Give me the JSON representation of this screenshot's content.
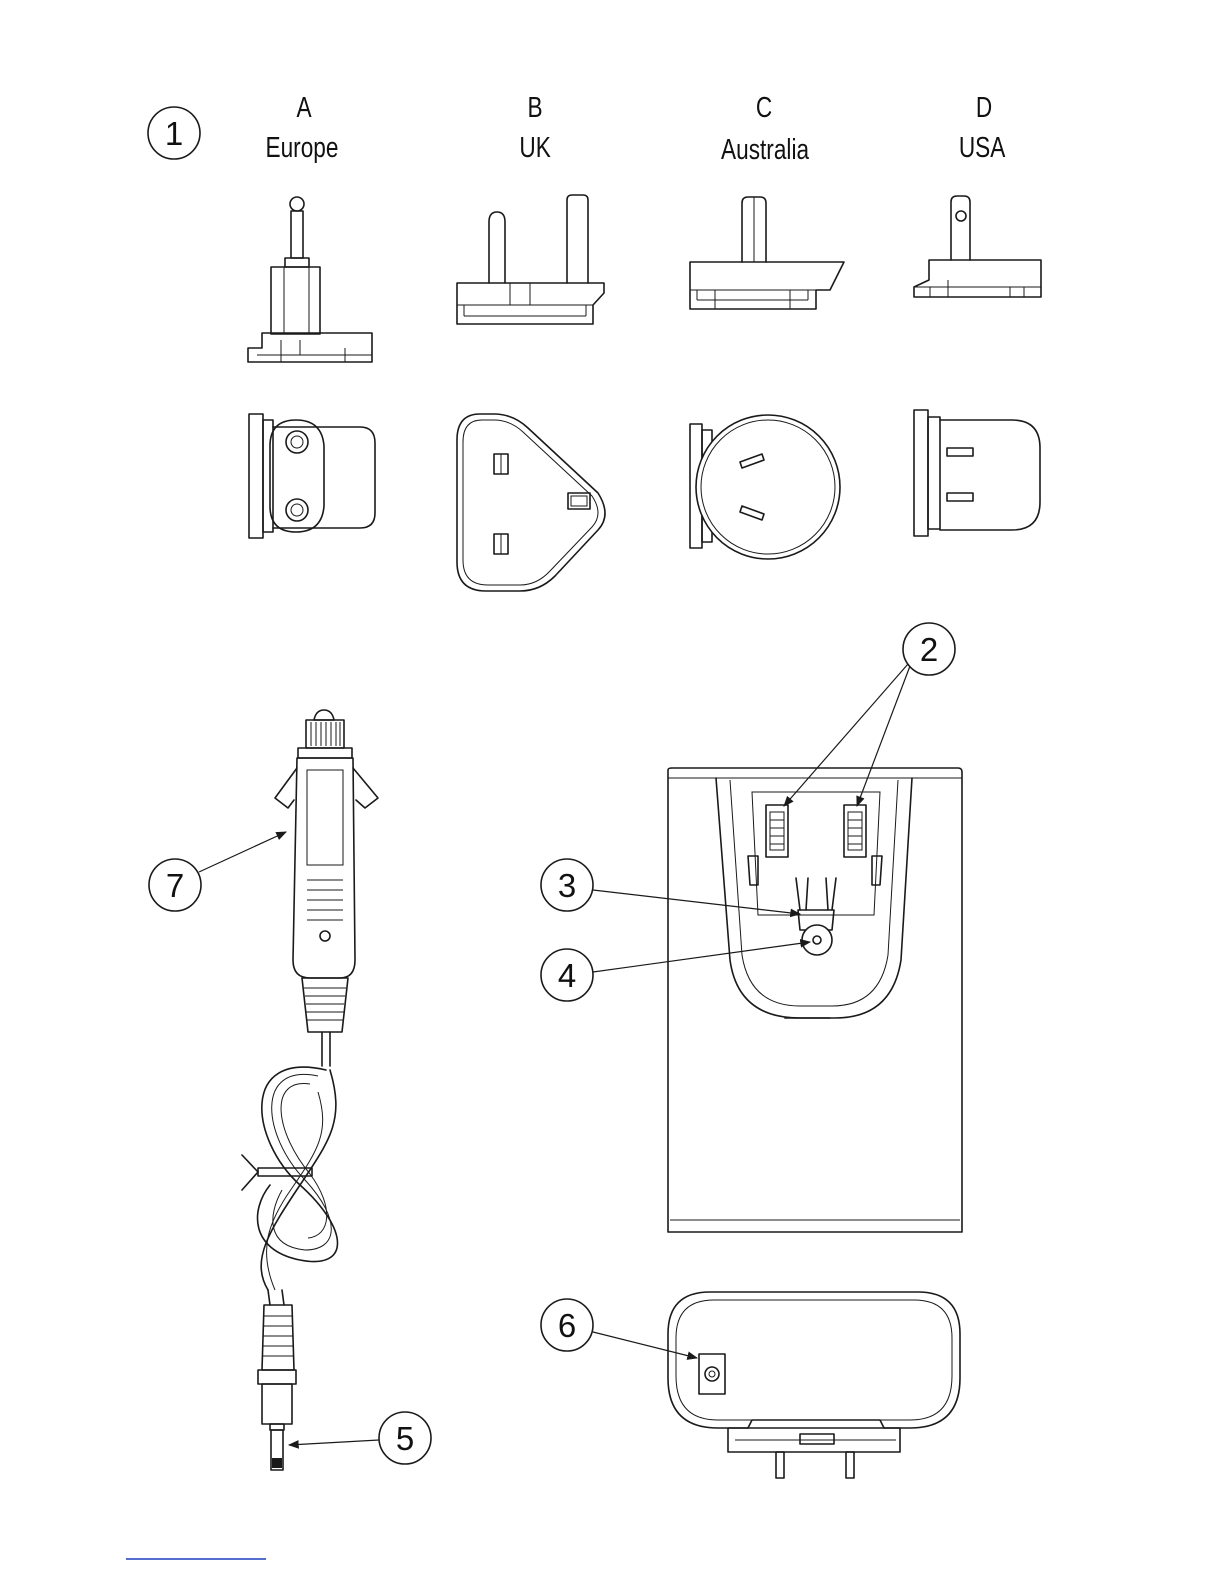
{
  "plugs": [
    {
      "letter": "A",
      "region": "Europe"
    },
    {
      "letter": "B",
      "region": "UK"
    },
    {
      "letter": "C",
      "region": "Australia"
    },
    {
      "letter": "D",
      "region": "USA"
    }
  ],
  "callouts": {
    "c1": "1",
    "c2": "2",
    "c3": "3",
    "c4": "4",
    "c5": "5",
    "c6": "6",
    "c7": "7"
  },
  "colors": {
    "line": "#1a1a1a",
    "background": "#ffffff",
    "footer_rule": "#1a3fbf"
  }
}
